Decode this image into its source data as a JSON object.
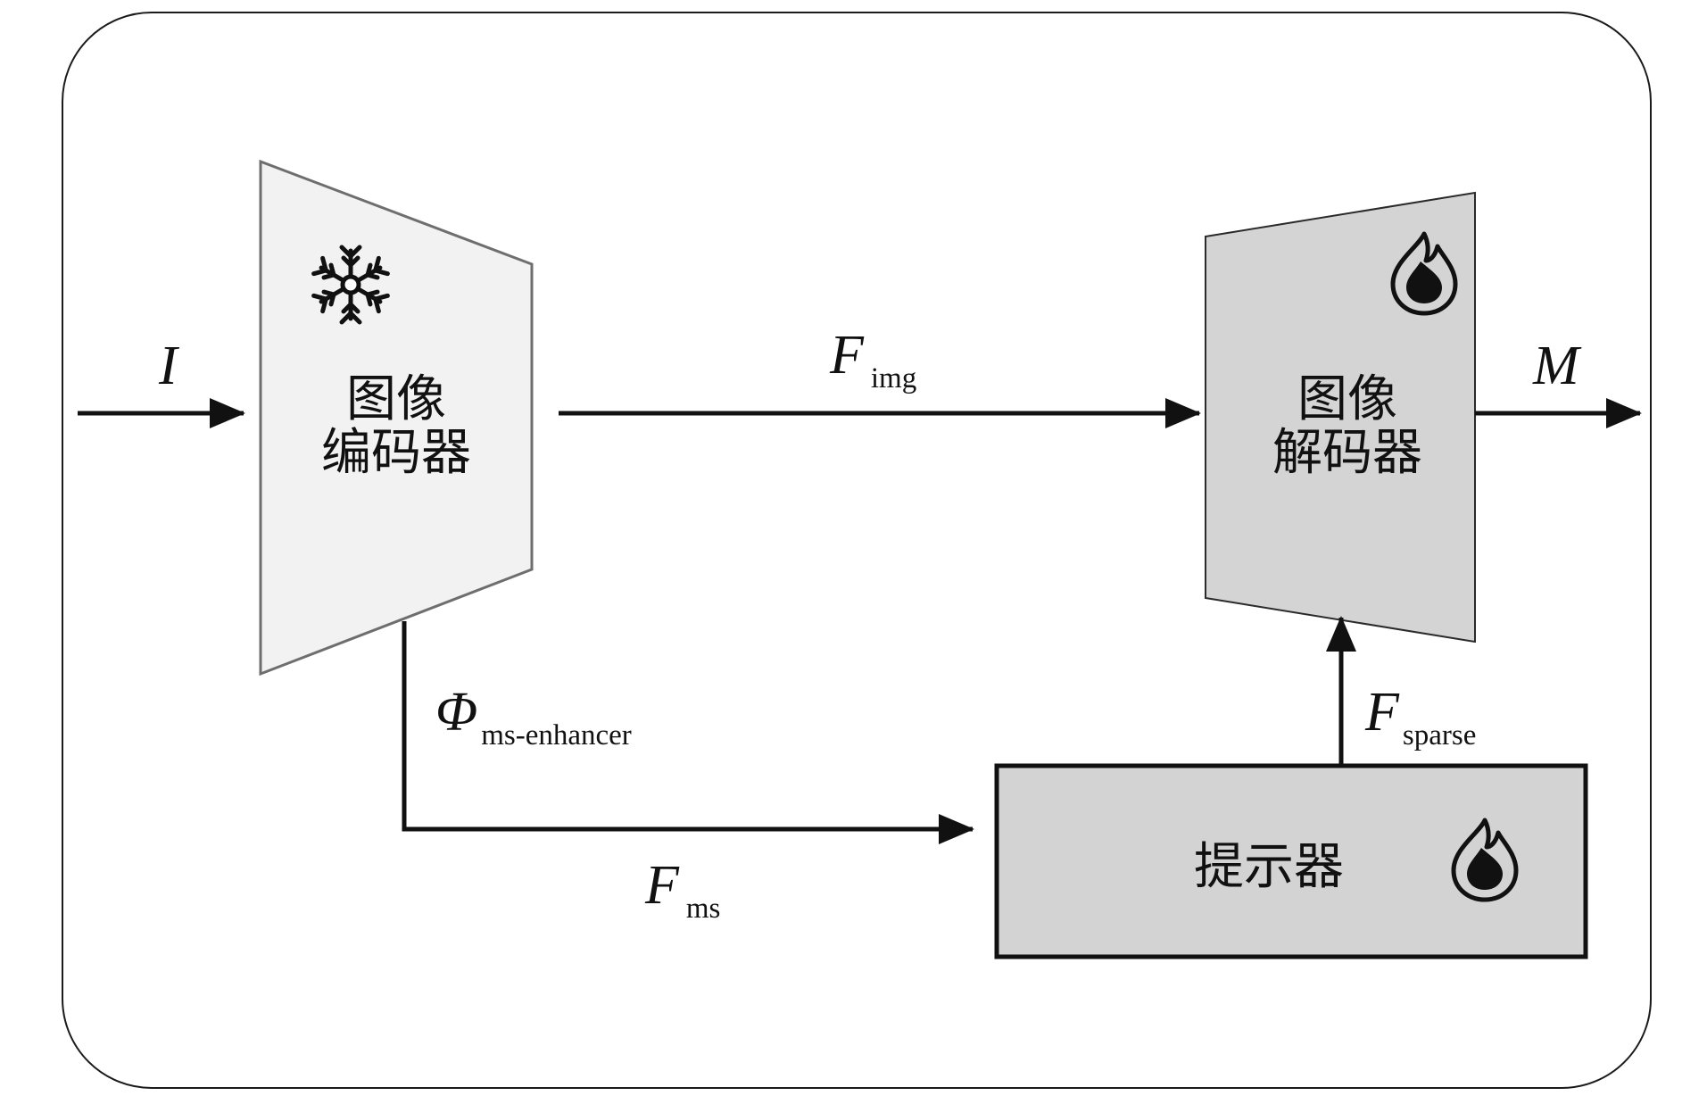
{
  "encoder": {
    "line1": "图像",
    "line2": "编码器",
    "badge_icon": "snowflake-icon"
  },
  "decoder": {
    "line1": "图像",
    "line2": "解码器",
    "badge_icon": "flame-icon"
  },
  "prompter": {
    "label": "提示器",
    "badge_icon": "flame-icon"
  },
  "labels": {
    "input": "I",
    "output": "M",
    "f_img_main": "F",
    "f_img_sub": "img",
    "phi_main": "Φ",
    "phi_sub": "ms-enhancer",
    "f_ms_main": "F",
    "f_ms_sub": "ms",
    "f_sparse_main": "F",
    "f_sparse_sub": "sparse"
  },
  "colors": {
    "encoder_fill": "#f2f2f2",
    "encoder_stroke": "#6e6e6e",
    "decoder_fill": "#d4d4d4",
    "prompter_fill": "#d3d3d3",
    "line": "#111111"
  }
}
